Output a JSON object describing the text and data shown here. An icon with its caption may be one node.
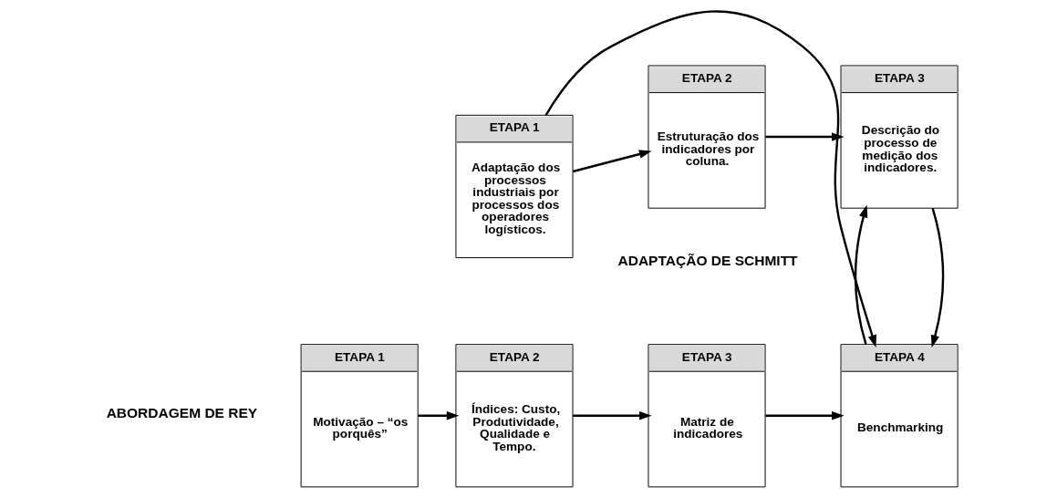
{
  "diagram": {
    "nodes": [
      {
        "text": [
          "ETAPA 1",
          "Motivação – “os porquês”"
        ]
      },
      {
        "text": [
          "ETAPA 2",
          "Índices: Custo, Produtividade, Qualidade e Tempo."
        ]
      },
      {
        "text": [
          "ETAPA 3",
          "Matriz de indicadores"
        ]
      },
      {
        "text": [
          "ETAPA 4",
          "Benchmarking"
        ]
      },
      {
        "text": [
          "ETAPA 1",
          "Adaptação dos processos industriais por processos dos operadores logísticos."
        ]
      },
      {
        "text": [
          "ETAPA 2",
          "Estruturação dos indicadores por coluna."
        ]
      },
      {
        "text": [
          "ETAPA 3",
          "Descrição do processo de medição dos indicadores."
        ]
      }
    ],
    "edges": [
      {
        "from": 0,
        "to": 1,
        "arrow": "to"
      },
      {
        "from": 1,
        "to": 2,
        "arrow": "to"
      },
      {
        "from": 2,
        "to": 3,
        "arrow": "to"
      },
      {
        "from": 4,
        "to": 3,
        "arrow": "to"
      },
      {
        "from": 4,
        "to": 5,
        "arrow": "to"
      },
      {
        "from": 5,
        "to": 6,
        "arrow": "to"
      },
      {
        "from": 6,
        "to": 3,
        "arrow": "to"
      },
      {
        "from": 3,
        "to": 6,
        "arrow": "to"
      }
    ],
    "labels": [
      "ABORDAGEM DE REY",
      "ADAPTAÇÃO DE SCHMITT"
    ]
  }
}
